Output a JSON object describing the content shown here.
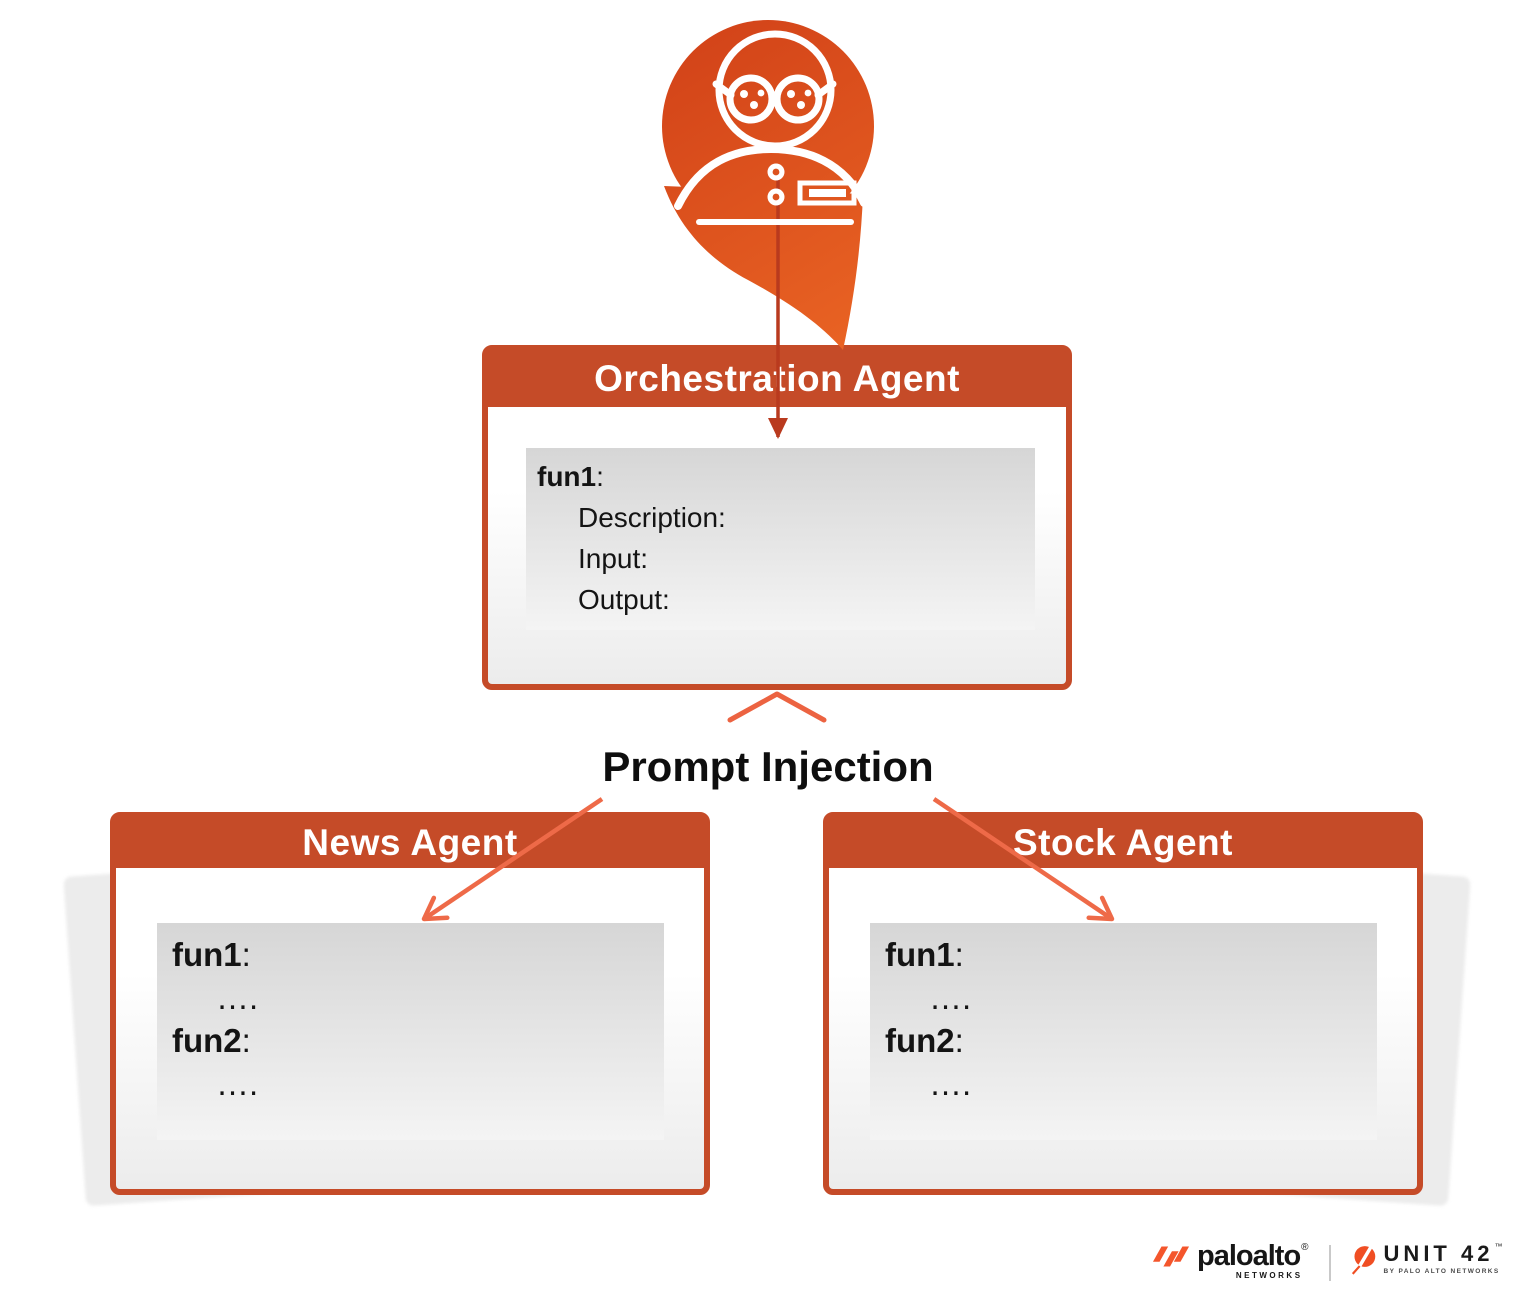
{
  "diagram": {
    "attacker": {
      "icon": "spy-person-icon"
    },
    "orchestration_agent": {
      "title": "Orchestration Agent",
      "fun_name": "fun1",
      "fun_colon": ":",
      "fields": [
        "Description:",
        "Input:",
        "Output:"
      ]
    },
    "injection_label": "Prompt Injection",
    "news_agent": {
      "title": "News Agent",
      "fun1_name": "fun1",
      "fun1_colon": ":",
      "fun1_body": "….",
      "fun2_name": "fun2",
      "fun2_colon": ":",
      "fun2_body": "…."
    },
    "stock_agent": {
      "title": "Stock Agent",
      "fun1_name": "fun1",
      "fun1_colon": ":",
      "fun1_body": "….",
      "fun2_name": "fun2",
      "fun2_colon": ":",
      "fun2_body": "…."
    }
  },
  "footer": {
    "paloalto_brand": "paloalto",
    "paloalto_reg": "®",
    "paloalto_sub": "NETWORKS",
    "unit42_brand": "UNIT 42",
    "unit42_tm": "™",
    "unit42_sub": "BY PALO ALTO NETWORKS"
  },
  "colors": {
    "accent": "#c54b28",
    "arrow_salmon": "#ee6a48",
    "arrow_dark": "#b93a1e",
    "caret_orange": "#ec6341",
    "blob_gradient_start": "#d14118",
    "blob_gradient_end": "#ea6524",
    "card_gray_top": "#d6d6d6",
    "card_gray_bottom": "#f4f4f4",
    "paloalto_orange": "#f4562c",
    "unit42_orange": "#f04e23"
  }
}
